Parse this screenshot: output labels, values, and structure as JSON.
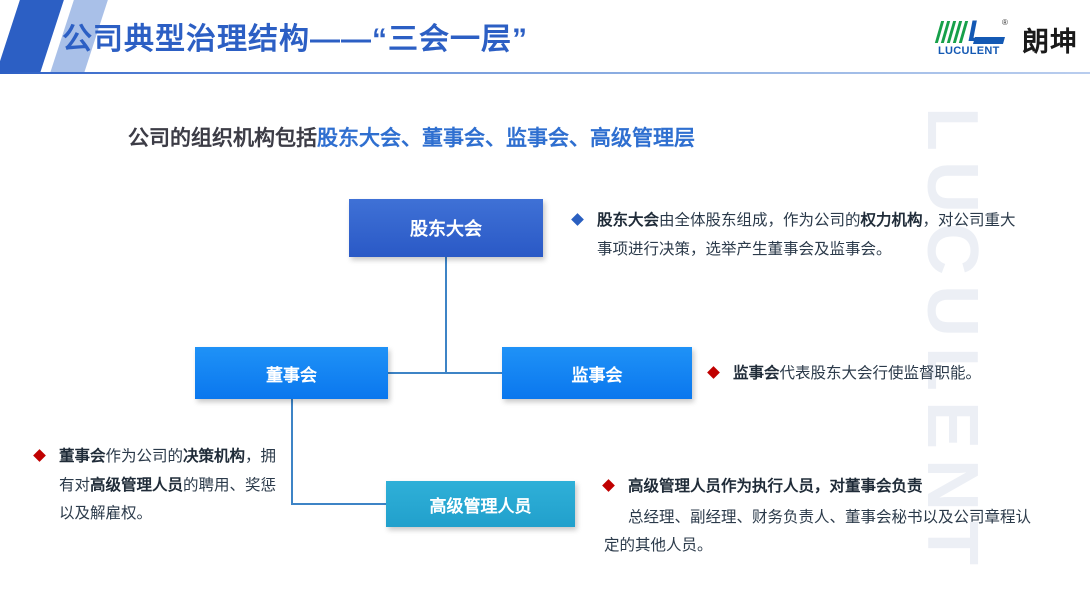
{
  "header": {
    "title": "公司典型治理结构——“三会一层”",
    "logo": {
      "wordmark": "LUCULENT",
      "letter": "L",
      "registered": "®",
      "chinese": "朗坤"
    }
  },
  "watermark": {
    "text": "LUCULENT"
  },
  "subtitle": {
    "lead": "公司的组织机构包括",
    "highlight": "股东大会、董事会、监事会、高级管理层"
  },
  "diagram": {
    "nodes": {
      "shareholders": "股东大会",
      "board": "董事会",
      "supervisors": "监事会",
      "management": "高级管理人员"
    },
    "colors": {
      "shareholders": "#2a59c6",
      "board": "#0a77ee",
      "supervisors": "#0a77ee",
      "management": "#21a0cc",
      "connector": "#3d84c6"
    }
  },
  "bullets": {
    "shareholders": {
      "marker": "diamond-bullet-blue",
      "seg1_bold": "股东大会",
      "seg2": "由全体股东组成，作为公司的",
      "seg3_bold": "权力机构",
      "seg4": "，对公司重大事项进行决策，选举产生董事会及监事会。"
    },
    "supervisors": {
      "marker": "diamond-bullet-red",
      "seg1_bold": "监事会",
      "seg2": "代表股东大会行使监督职能。"
    },
    "board": {
      "marker": "diamond-bullet-red",
      "seg1_bold": "董事会",
      "seg2": "作为公司的",
      "seg3_bold": "决策机构",
      "seg4": "，拥有对",
      "seg5_bold": "高级管理人员",
      "seg6": "的聘用、奖惩以及解雇权。"
    },
    "management": {
      "marker": "diamond-bullet-red",
      "headline": "高级管理人员作为执行人员，对董事会负责",
      "body": "总经理、副经理、财务负责人、董事会秘书以及公司章程认定的其他人员。"
    }
  }
}
